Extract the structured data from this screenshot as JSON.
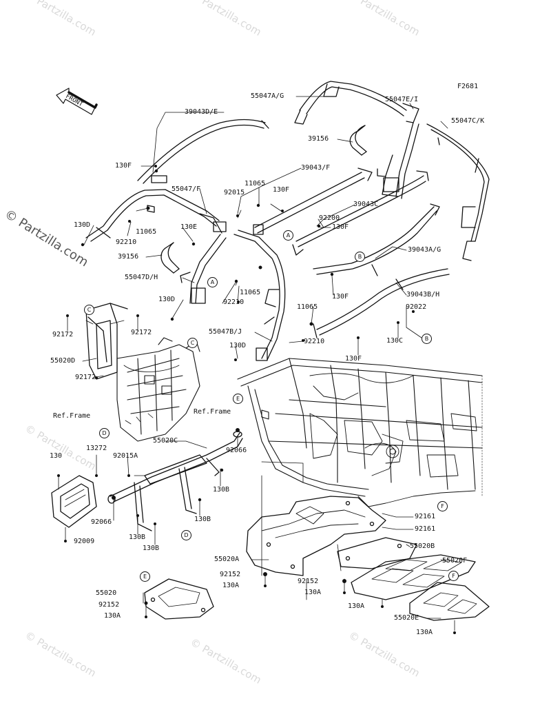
{
  "figure_code": "F2681",
  "front_label": "FRONT",
  "watermarks": {
    "side": "© Partzilla.com",
    "tile": "© Partzilla.com"
  },
  "ref_frame": [
    "Ref.Frame",
    "Ref.Frame"
  ],
  "callouts": [
    "A",
    "A",
    "B",
    "B",
    "C",
    "C",
    "D",
    "D",
    "E",
    "E",
    "F",
    "F"
  ],
  "part_labels": [
    "55047A/G",
    "55047E/I",
    "55047C/K",
    "39043D/E",
    "39156",
    "130F",
    "39043/F",
    "11065",
    "130F",
    "92015",
    "55047/F",
    "39043C",
    "92200",
    "130F",
    "130D",
    "11065",
    "130E",
    "92210",
    "39156",
    "39043A/G",
    "55047D/H",
    "11065",
    "130F",
    "39043B/H",
    "92210",
    "130D",
    "11065",
    "92022",
    "92172",
    "92172",
    "55047B/J",
    "92210",
    "130C",
    "130D",
    "55020D",
    "130F",
    "92172",
    "55020C",
    "13272",
    "92066",
    "130",
    "92015A",
    "130B",
    "130B",
    "92066",
    "130B",
    "130B",
    "92009",
    "92161",
    "92161",
    "55020B",
    "55020F",
    "55020A",
    "92152",
    "130A",
    "92152",
    "130A",
    "130A",
    "55020",
    "92152",
    "130A",
    "55020E",
    "130A"
  ]
}
